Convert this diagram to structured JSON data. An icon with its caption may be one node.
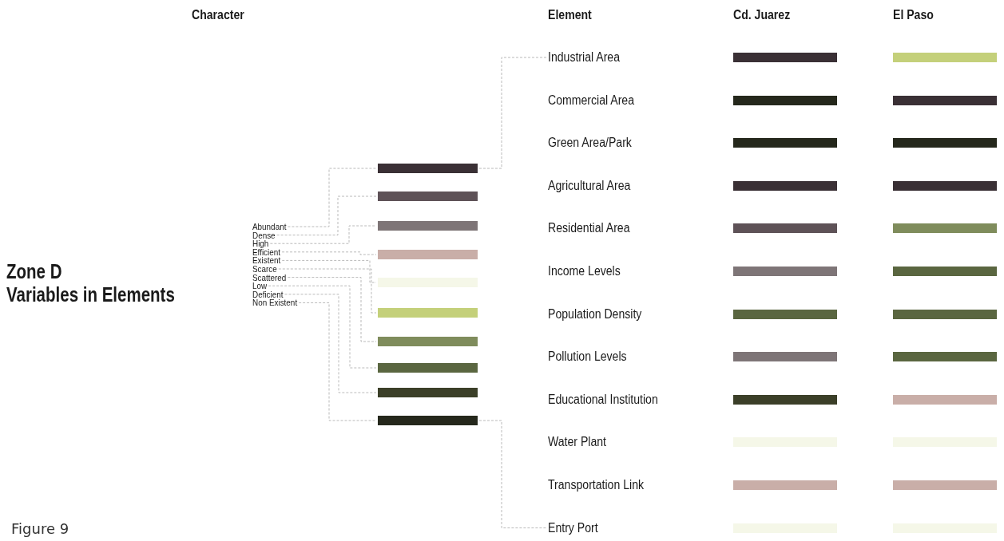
{
  "diagram": {
    "title": "Zone D Variables in Elements",
    "caption": "Figure 9",
    "nodes": [
      {
        "text": [
          "Abundant"
        ]
      },
      {
        "text": [
          "Dense"
        ]
      },
      {
        "text": [
          "High"
        ]
      },
      {
        "text": [
          "Efficient"
        ]
      },
      {
        "text": [
          "Existent"
        ]
      },
      {
        "text": [
          "Scarce"
        ]
      },
      {
        "text": [
          "Scattered"
        ]
      },
      {
        "text": [
          "Low"
        ]
      },
      {
        "text": [
          "Deficient"
        ]
      },
      {
        "text": [
          "Non Existent"
        ]
      },
      {
        "text": [],
        "shape": "bar"
      },
      {
        "text": [],
        "shape": "bar"
      },
      {
        "text": [],
        "shape": "bar"
      },
      {
        "text": [],
        "shape": "bar"
      },
      {
        "text": [],
        "shape": "bar"
      },
      {
        "text": [],
        "shape": "bar"
      },
      {
        "text": [],
        "shape": "bar"
      },
      {
        "text": [],
        "shape": "bar"
      },
      {
        "text": [],
        "shape": "bar"
      },
      {
        "text": [],
        "shape": "bar"
      },
      {
        "text": [
          "Industrial Area"
        ]
      },
      {
        "text": [
          "Commercial Area"
        ]
      },
      {
        "text": [
          "Green Area/Park"
        ]
      },
      {
        "text": [
          "Agricultural Area"
        ]
      },
      {
        "text": [
          "Residential Area"
        ]
      },
      {
        "text": [
          "Income Levels"
        ]
      },
      {
        "text": [
          "Population Density"
        ]
      },
      {
        "text": [
          "Pollution  Levels"
        ]
      },
      {
        "text": [
          "Educational Institution"
        ]
      },
      {
        "text": [
          "Water Plant"
        ]
      },
      {
        "text": [
          "Transportation Link"
        ]
      },
      {
        "text": [
          "Entry Port"
        ]
      },
      {
        "text": [],
        "shape": "bar"
      },
      {
        "text": [],
        "shape": "bar"
      },
      {
        "text": [],
        "shape": "bar"
      },
      {
        "text": [],
        "shape": "bar"
      },
      {
        "text": [],
        "shape": "bar"
      },
      {
        "text": [],
        "shape": "bar"
      },
      {
        "text": [],
        "shape": "bar"
      },
      {
        "text": [],
        "shape": "bar"
      },
      {
        "text": [],
        "shape": "bar"
      },
      {
        "text": [],
        "shape": "bar"
      },
      {
        "text": [],
        "shape": "bar"
      },
      {
        "text": [],
        "shape": "bar"
      },
      {
        "text": [],
        "shape": "bar"
      },
      {
        "text": [],
        "shape": "bar"
      },
      {
        "text": [],
        "shape": "bar"
      },
      {
        "text": [],
        "shape": "bar"
      },
      {
        "text": [],
        "shape": "bar"
      },
      {
        "text": [],
        "shape": "bar"
      },
      {
        "text": [],
        "shape": "bar"
      },
      {
        "text": [],
        "shape": "bar"
      },
      {
        "text": [],
        "shape": "bar"
      },
      {
        "text": [],
        "shape": "bar"
      },
      {
        "text": [],
        "shape": "bar"
      },
      {
        "text": [],
        "shape": "bar"
      }
    ],
    "edges": [
      {
        "from": 0,
        "to": 10,
        "arrow": "none",
        "style": "dashed"
      },
      {
        "from": 1,
        "to": 11,
        "arrow": "none",
        "style": "dashed"
      },
      {
        "from": 2,
        "to": 12,
        "arrow": "none",
        "style": "dashed"
      },
      {
        "from": 3,
        "to": 13,
        "arrow": "none",
        "style": "dashed"
      },
      {
        "from": 4,
        "to": 14,
        "arrow": "none",
        "style": "dashed"
      },
      {
        "from": 5,
        "to": 15,
        "arrow": "none",
        "style": "dashed"
      },
      {
        "from": 6,
        "to": 16,
        "arrow": "none",
        "style": "dashed"
      },
      {
        "from": 7,
        "to": 17,
        "arrow": "none",
        "style": "dashed"
      },
      {
        "from": 8,
        "to": 18,
        "arrow": "none",
        "style": "dashed"
      },
      {
        "from": 9,
        "to": 19,
        "arrow": "none",
        "style": "dashed"
      },
      {
        "from": 10,
        "to": 20,
        "arrow": "none",
        "style": "dashed"
      },
      {
        "from": 19,
        "to": 31,
        "arrow": "none",
        "style": "dashed"
      }
    ],
    "labels": [
      "Character",
      "Element",
      "Cd. Juarez",
      "El Paso"
    ]
  }
}
